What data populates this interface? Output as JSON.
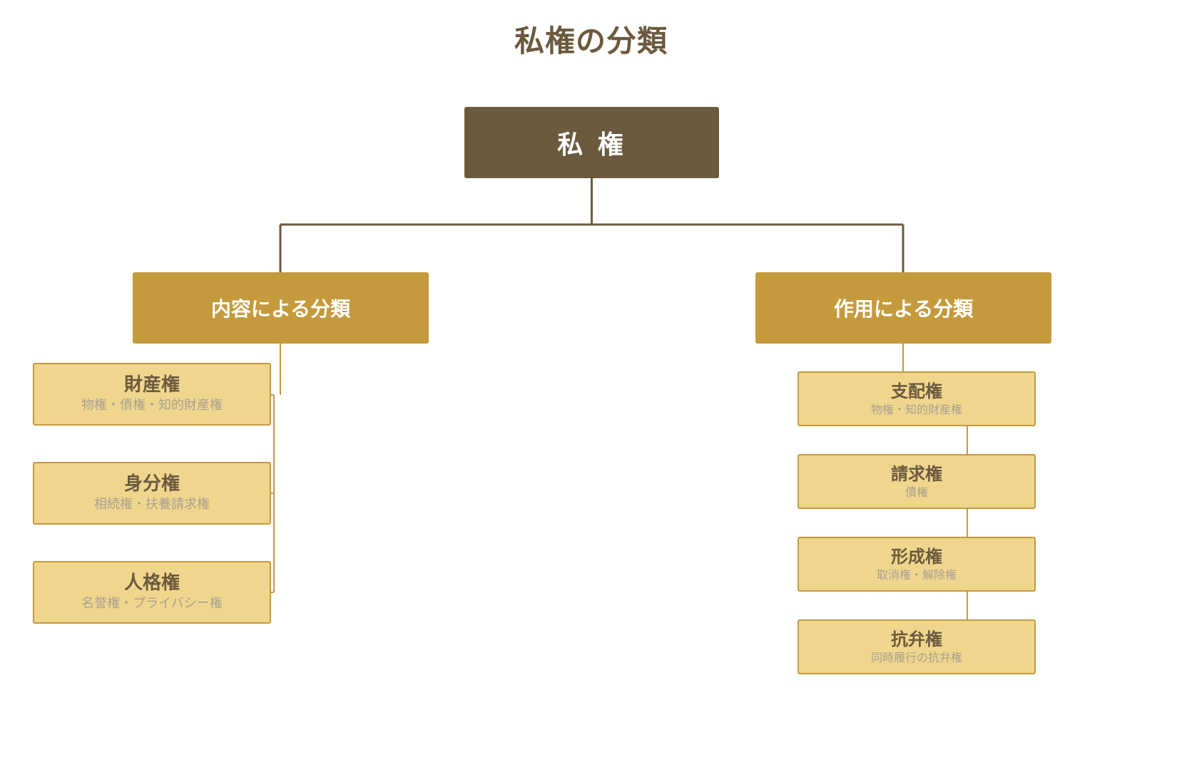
{
  "title": "私権の分類",
  "root": {
    "label": "私 権"
  },
  "categories": [
    {
      "label": "内容による分類",
      "items": [
        {
          "name": "財産権",
          "sub": "物権・債権・知的財産権"
        },
        {
          "name": "身分権",
          "sub": "相続権・扶養請求権"
        },
        {
          "name": "人格権",
          "sub": "名誉権・プライバシー権"
        }
      ]
    },
    {
      "label": "作用による分類",
      "items": [
        {
          "name": "支配権",
          "sub": "物権・知的財産権"
        },
        {
          "name": "請求権",
          "sub": "債権"
        },
        {
          "name": "形成権",
          "sub": "取消権・解除権"
        },
        {
          "name": "抗弁権",
          "sub": "同時履行の抗弁権"
        }
      ]
    }
  ],
  "colors": {
    "root": "#6b5a3e",
    "category": "#c49a3c",
    "leaf_fill": "#f0d68d",
    "leaf_border": "#c49a3c",
    "leaf_sub_text": "#a8a091"
  }
}
